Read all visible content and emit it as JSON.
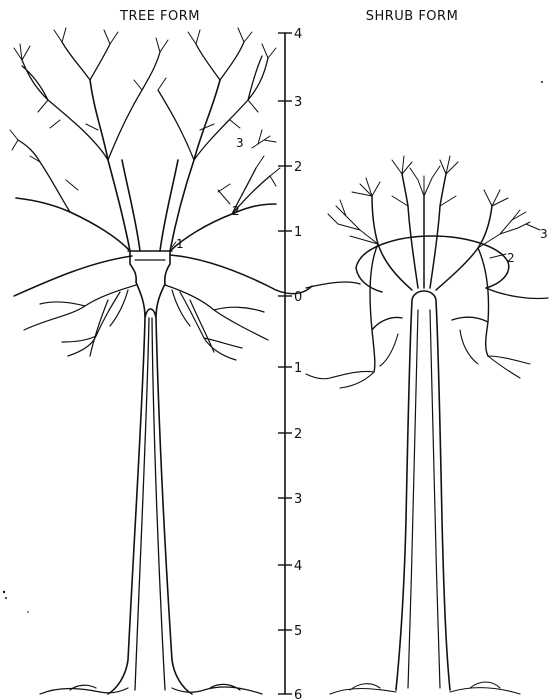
{
  "titles": {
    "tree": "TREE FORM",
    "shrub": "SHRUB FORM"
  },
  "scale": {
    "above": [
      "4",
      "3",
      "2",
      "1"
    ],
    "zero": "0",
    "below": [
      "1",
      "2",
      "3",
      "4",
      "5",
      "6"
    ]
  },
  "tree_labels": [
    "1",
    "2",
    "3"
  ],
  "shrub_labels": [
    "2",
    "3"
  ]
}
